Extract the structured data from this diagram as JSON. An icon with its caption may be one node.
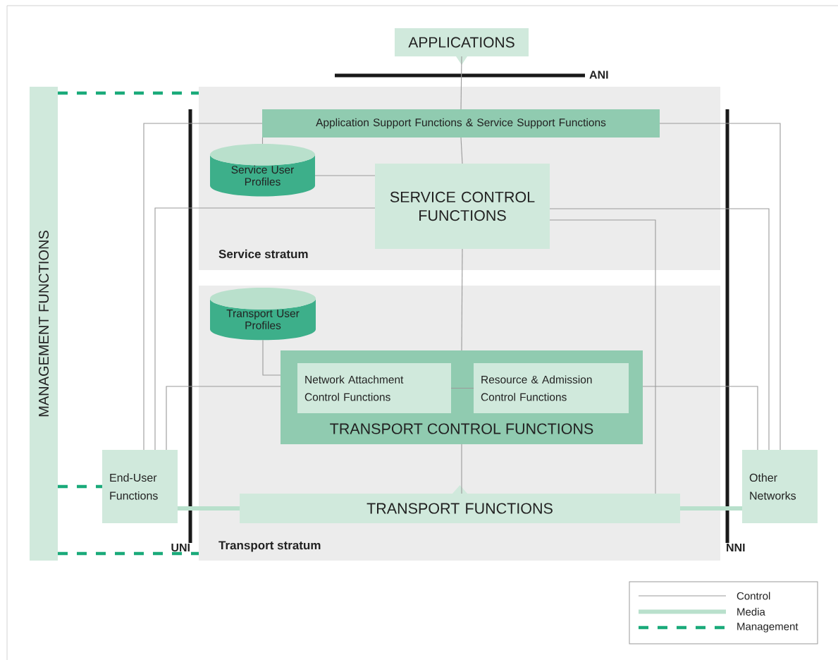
{
  "diagram": {
    "nodes": [
      {
        "text": [
          "APPLICATIONS"
        ]
      },
      {
        "text": [
          "Service stratum"
        ]
      },
      {
        "text": [
          "Application Support Functions & Service Support Functions"
        ],
        "in": 1
      },
      {
        "text": [
          "Service User Profiles"
        ],
        "in": 1
      },
      {
        "text": [
          "SERVICE CONTROL FUNCTIONS"
        ],
        "in": 1
      },
      {
        "text": [
          "Transport stratum"
        ]
      },
      {
        "text": [
          "Transport User Profiles"
        ],
        "in": 5
      },
      {
        "text": [
          "TRANSPORT CONTROL FUNCTIONS"
        ],
        "in": 5
      },
      {
        "text": [
          "Network Attachment Control Functions"
        ],
        "in": 7
      },
      {
        "text": [
          "Resource & Admission Control Functions"
        ],
        "in": 7
      },
      {
        "text": [
          "TRANSPORT FUNCTIONS"
        ],
        "in": 5
      },
      {
        "text": [
          "End-User Functions"
        ]
      },
      {
        "text": [
          "Other Networks"
        ]
      },
      {
        "text": [
          "MANAGEMENT FUNCTIONS"
        ]
      }
    ],
    "edges": [
      {
        "from": 0,
        "to": 2,
        "arrow": "none"
      },
      {
        "from": 2,
        "to": 4,
        "arrow": "none"
      },
      {
        "from": 2,
        "to": 3,
        "arrow": "none"
      },
      {
        "from": 3,
        "to": 4,
        "arrow": "none"
      },
      {
        "from": 4,
        "to": 7,
        "arrow": "none"
      },
      {
        "from": 7,
        "to": 10,
        "arrow": "none"
      },
      {
        "from": 2,
        "to": 11,
        "arrow": "none"
      },
      {
        "from": 4,
        "to": 11,
        "arrow": "none"
      },
      {
        "from": 6,
        "to": 7,
        "arrow": "none"
      },
      {
        "from": 7,
        "to": 11,
        "arrow": "none"
      },
      {
        "from": 8,
        "to": 9,
        "arrow": "none"
      },
      {
        "from": 7,
        "to": 12,
        "arrow": "none"
      },
      {
        "from": 2,
        "to": 12,
        "arrow": "none"
      },
      {
        "from": 4,
        "to": 12,
        "arrow": "none"
      },
      {
        "from": 4,
        "to": 10,
        "arrow": "none"
      },
      {
        "from": 11,
        "to": 10,
        "arrow": "none",
        "style": "thick",
        "color": "#b9e0cc"
      },
      {
        "from": 10,
        "to": 12,
        "arrow": "none",
        "style": "thick",
        "color": "#b9e0cc"
      },
      {
        "from": 13,
        "to": 1,
        "arrow": "none",
        "style": "dashed",
        "color": "#1aaa7a"
      },
      {
        "from": 13,
        "to": 11,
        "arrow": "none",
        "style": "dashed",
        "color": "#1aaa7a"
      },
      {
        "from": 13,
        "to": 5,
        "arrow": "none",
        "style": "dashed",
        "color": "#1aaa7a"
      }
    ],
    "labels": [
      "ANI",
      "UNI",
      "NNI"
    ],
    "legend": [
      {
        "text": "Control"
      },
      {
        "text": "Media"
      },
      {
        "text": "Management"
      }
    ]
  }
}
